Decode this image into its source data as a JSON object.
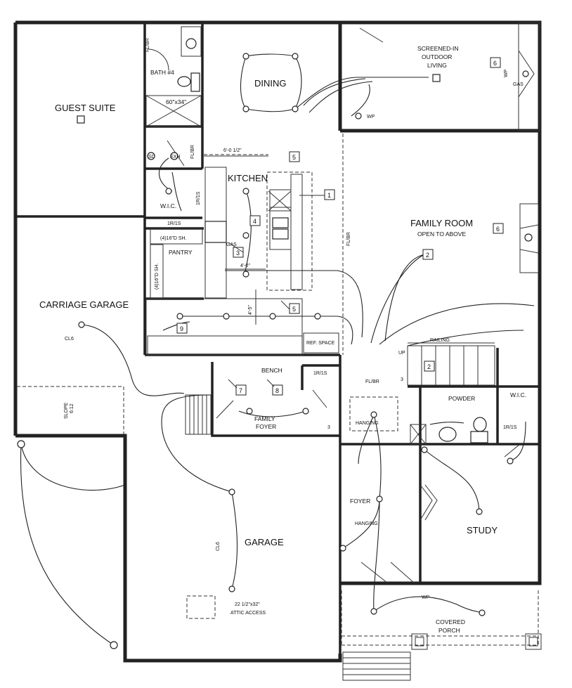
{
  "rooms": {
    "guest_suite": "GUEST SUITE",
    "bath4": "BATH #4",
    "shower": "60\"x34\"",
    "dining": "DINING",
    "screened_line1": "SCREENED-IN",
    "screened_line2": "OUTDOOR",
    "screened_line3": "LIVING",
    "kitchen": "KITCHEN",
    "family_room": "FAMILY ROOM",
    "family_room_sub": "OPEN TO ABOVE",
    "wic_left": "W.I.C.",
    "pantry": "PANTRY",
    "carriage_garage": "CARRIAGE GARAGE",
    "bench": "BENCH",
    "family_foyer_1": "FAMILY",
    "family_foyer_2": "FOYER",
    "powder": "POWDER",
    "wic_right": "W.I.C.",
    "foyer": "FOYER",
    "study": "STUDY",
    "garage": "GARAGE",
    "covered_porch_1": "COVERED",
    "covered_porch_2": "PORCH"
  },
  "labels": {
    "fl_br": "FL/BR",
    "one_r_one_s": "1R/1S",
    "pantry_shelf": "(4)16\"D SH.",
    "ref_space": "REF. SPACE",
    "railing": "RAILING",
    "up": "UP",
    "gas": "GAS",
    "wp": "WP",
    "cl6": "CL6",
    "hanging": "HANGING",
    "slope_1": "SLOPE",
    "slope_2": "6:12",
    "attic_1": "22 1/2\"x32\"",
    "attic_2": "ATTIC ACCESS",
    "sd": "SD",
    "exh": "EXH",
    "three": "3"
  },
  "dimensions": {
    "kitchen_width": "6'-0 1/2\"",
    "island_width": "4'-0\"",
    "aisle": "4'-5\""
  },
  "tags": {
    "t1": "1",
    "t2": "2",
    "t3": "3",
    "t4": "4",
    "t5": "5",
    "t6": "6",
    "t7": "7",
    "t8": "8",
    "t9": "9"
  }
}
